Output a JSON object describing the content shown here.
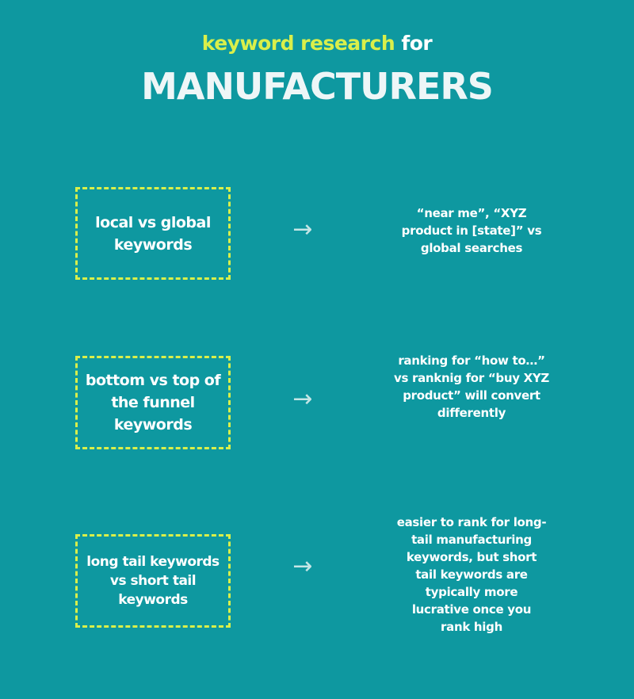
{
  "header": {
    "subtitle_highlight": "keyword research",
    "subtitle_rest": " for",
    "title": "MANUFACTURERS"
  },
  "colors": {
    "background": "#0e98a0",
    "accent": "#d9ef4a",
    "arrow": "#c5e6e6"
  },
  "rows": [
    {
      "label": "local vs global keywords",
      "arrow": "→",
      "description": "“near me”, “XYZ product in [state]” vs global searches"
    },
    {
      "label": "bottom vs top of the funnel keywords",
      "arrow": "→",
      "description": "ranking for “how to…” vs ranknig for “buy XYZ product” will convert differently"
    },
    {
      "label": "long tail keywords vs short tail keywords",
      "arrow": "→",
      "description": "easier to rank for long-tail manufacturing keywords, but short tail keywords are typically more lucrative once you rank high"
    }
  ]
}
